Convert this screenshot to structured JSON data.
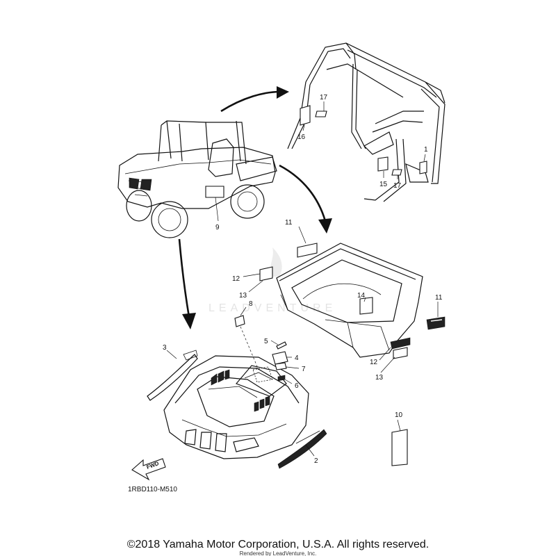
{
  "figure_code": "1RBD110-M510",
  "fwd_label": "FWD",
  "watermark": "LEADVENTURE",
  "copyright": "©2018 Yamaha Motor Corporation, U.S.A. All rights reserved.",
  "rendered_by": "Rendered by LeadVenture, Inc.",
  "callouts": [
    "1",
    "2",
    "3",
    "4",
    "5",
    "6",
    "7",
    "8",
    "9",
    "10",
    "11",
    "11",
    "12",
    "12",
    "13",
    "13",
    "14",
    "15",
    "16",
    "17",
    "17"
  ]
}
